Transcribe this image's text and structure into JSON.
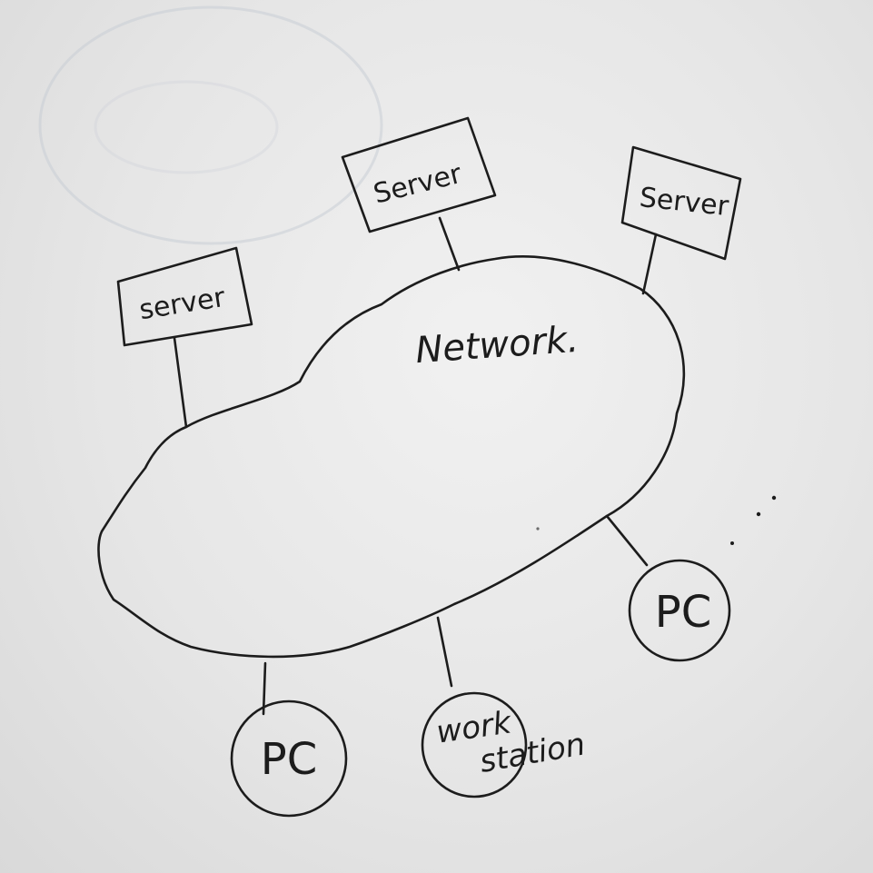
{
  "diagram": {
    "network_label": "Network.",
    "servers": [
      {
        "label": "server"
      },
      {
        "label": "Server"
      },
      {
        "label": "Server"
      }
    ],
    "pcs": [
      {
        "label": "PC"
      },
      {
        "label": "PC"
      }
    ],
    "workstation": {
      "line1": "work",
      "line2": "station"
    }
  },
  "colors": {
    "ink": "#1c1c1c",
    "paper": "#e8e8e8"
  }
}
